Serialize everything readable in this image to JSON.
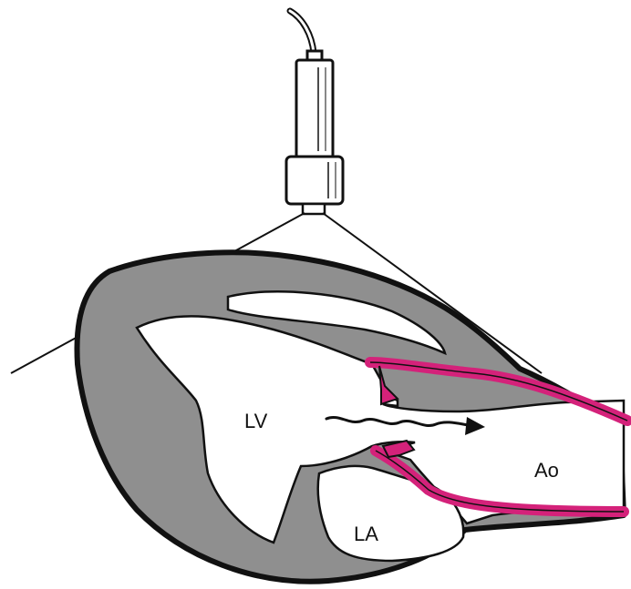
{
  "labels": {
    "lv": "LV",
    "la": "LA",
    "ao": "Ao"
  },
  "colors": {
    "wall": "#8f8f8f",
    "outline": "#111111",
    "vessel": "#d4227a",
    "background": "#ffffff"
  },
  "icons": {
    "transducer": "ultrasound-probe-icon",
    "flow": "wavy-arrow-icon"
  }
}
